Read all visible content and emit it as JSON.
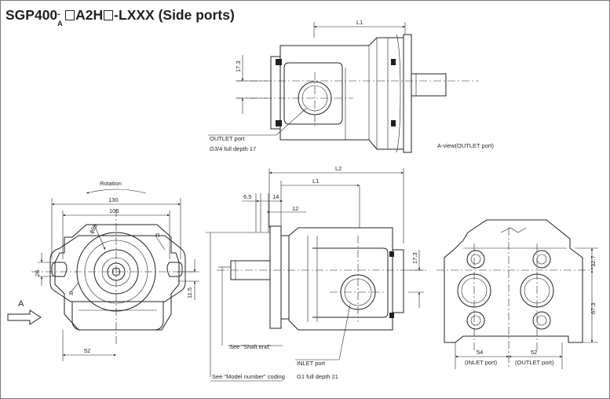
{
  "title": {
    "part1": "SGP400",
    "superscript": "-",
    "subscript": "A",
    "part2": "A2H",
    "part3": "-LXXX (Side ports)"
  },
  "labels": {
    "l1_top": "L1",
    "l2": "L2",
    "l1": "L1",
    "d17_3_top": "17.3",
    "outlet_port": "OUTLET port",
    "outlet_thread": "G3/4 full depth 17",
    "a_view": "A-view(OUTLET port)",
    "rotation": "Rotation",
    "d130": "130",
    "d106": "106",
    "d26": "26",
    "d95": "ϕ95",
    "r_left": "R",
    "r_right": "R",
    "d11_5": "11.5",
    "d52_left": "52",
    "arrow_a": "A",
    "d6_5": "6.5",
    "d14": "14",
    "d12": "12",
    "d17_3_side": "17.3",
    "shaft_end": "See \"Shaft end\"",
    "model_coding": "See \"Model number\" coding",
    "inlet_port": "INLET port",
    "inlet_thread": "G1 full depth 21",
    "d32_7": "32.7",
    "d67_3": "67.3",
    "d54": "54",
    "d52_right": "52",
    "inlet_port_short": "(INLET port)",
    "outlet_port_short": "(OUTLET port)"
  }
}
